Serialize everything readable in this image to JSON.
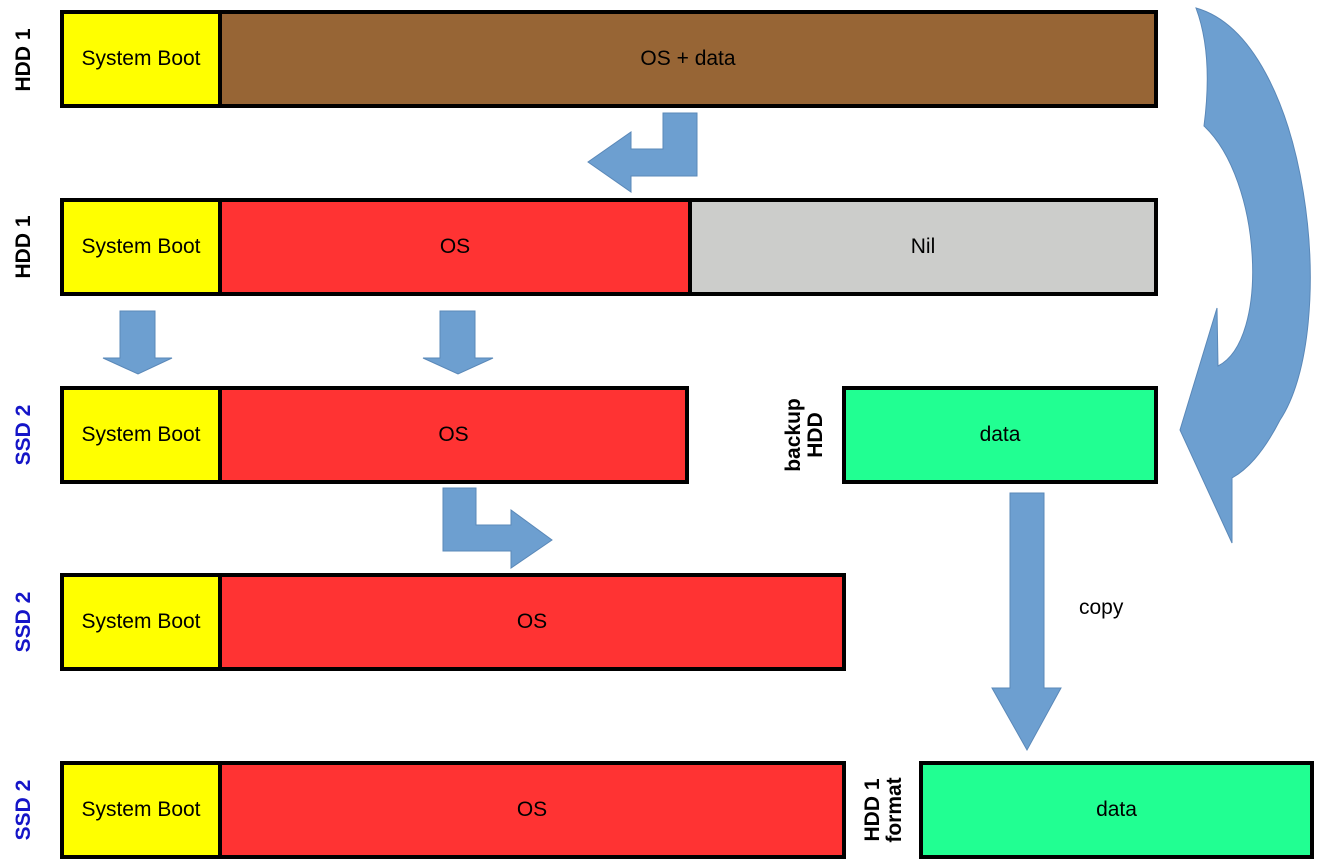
{
  "rows": [
    {
      "disk": "HDD 1",
      "disk_color": "#000000",
      "boot": "System  Boot",
      "os": "OS + data",
      "os_color": "#976535"
    },
    {
      "disk": "HDD 1",
      "disk_color": "#000000",
      "boot": "System  Boot",
      "os": "OS",
      "os_color": "#ff3333",
      "extra": "Nil",
      "extra_color": "#cccdcb"
    },
    {
      "disk": "SSD 2",
      "disk_color": "#1515c8",
      "boot": "System  Boot",
      "os": "OS",
      "os_color": "#ff3333"
    },
    {
      "disk": "SSD 2",
      "disk_color": "#1515c8",
      "boot": "System  Boot",
      "os": "OS",
      "os_color": "#ff3333"
    },
    {
      "disk": "SSD 2",
      "disk_color": "#1515c8",
      "boot": "System  Boot",
      "os": "OS",
      "os_color": "#ff3333"
    }
  ],
  "backup": {
    "label_line1": "backup",
    "label_line2": "HDD",
    "data": "data",
    "color": "#21ff92"
  },
  "target": {
    "label_line1": "HDD 1",
    "label_line2": "format",
    "data": "data",
    "color": "#21ff92"
  },
  "copy_label": "copy",
  "colors": {
    "boot": "#ffff00",
    "arrow": "#6d9fd0",
    "border": "#000000"
  }
}
